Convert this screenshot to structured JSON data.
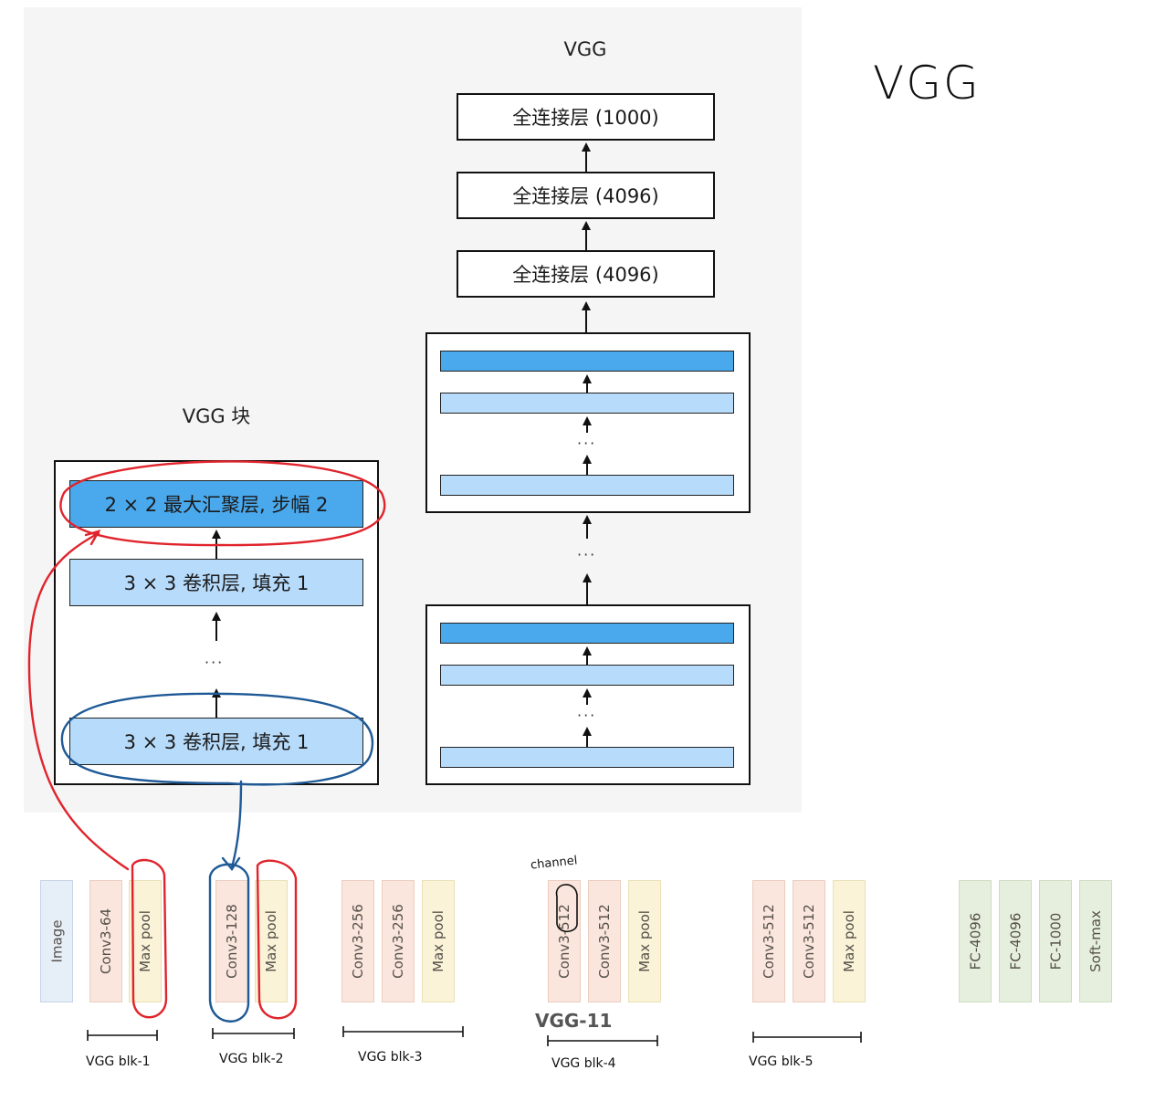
{
  "vgg": {
    "title": "VGG",
    "fc_layers": [
      "全连接层 (1000)",
      "全连接层 (4096)",
      "全连接层 (4096)"
    ]
  },
  "vgg_block": {
    "title": "VGG 块",
    "layers": [
      "2 × 2 最大汇聚层, 步幅 2",
      "3 × 3 卷积层, 填充 1",
      "3 × 3 卷积层, 填充 1"
    ]
  },
  "dots": "···",
  "handwritten": {
    "title": "VGG",
    "channel": "channel",
    "blocks": [
      "VGG blk-1",
      "VGG blk-2",
      "VGG blk-3",
      "VGG blk-4",
      "VGG blk-5"
    ]
  },
  "strip": {
    "label": "VGG-11",
    "columns": [
      "Image",
      "Conv3-64",
      "Max pool",
      "Conv3-128",
      "Max pool",
      "Conv3-256",
      "Conv3-256",
      "Max pool",
      "Conv3-512",
      "Conv3-512",
      "Max pool",
      "Conv3-512",
      "Conv3-512",
      "Max pool",
      "FC-4096",
      "FC-4096",
      "FC-1000",
      "Soft-max"
    ]
  },
  "colors": {
    "bar_dark": "#4aa8ec",
    "bar_light": "#b7dbfa",
    "annotation_red": "#e0242c",
    "annotation_blue": "#1f5a96"
  }
}
